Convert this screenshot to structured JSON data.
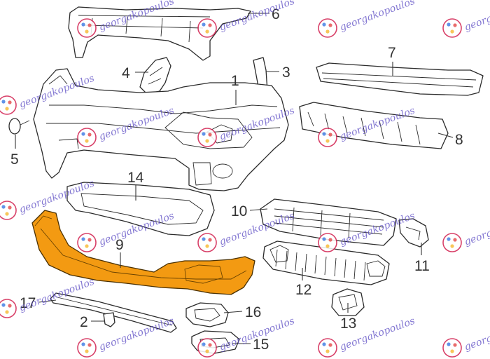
{
  "diagram": {
    "callouts": [
      "1",
      "2",
      "3",
      "4",
      "5",
      "6",
      "7",
      "8",
      "9",
      "10",
      "11",
      "12",
      "13",
      "14",
      "15",
      "16",
      "17"
    ],
    "highlight_color": "#f39a12",
    "highlighted_part": "9"
  },
  "watermark": {
    "text": "georgakopoulos"
  }
}
